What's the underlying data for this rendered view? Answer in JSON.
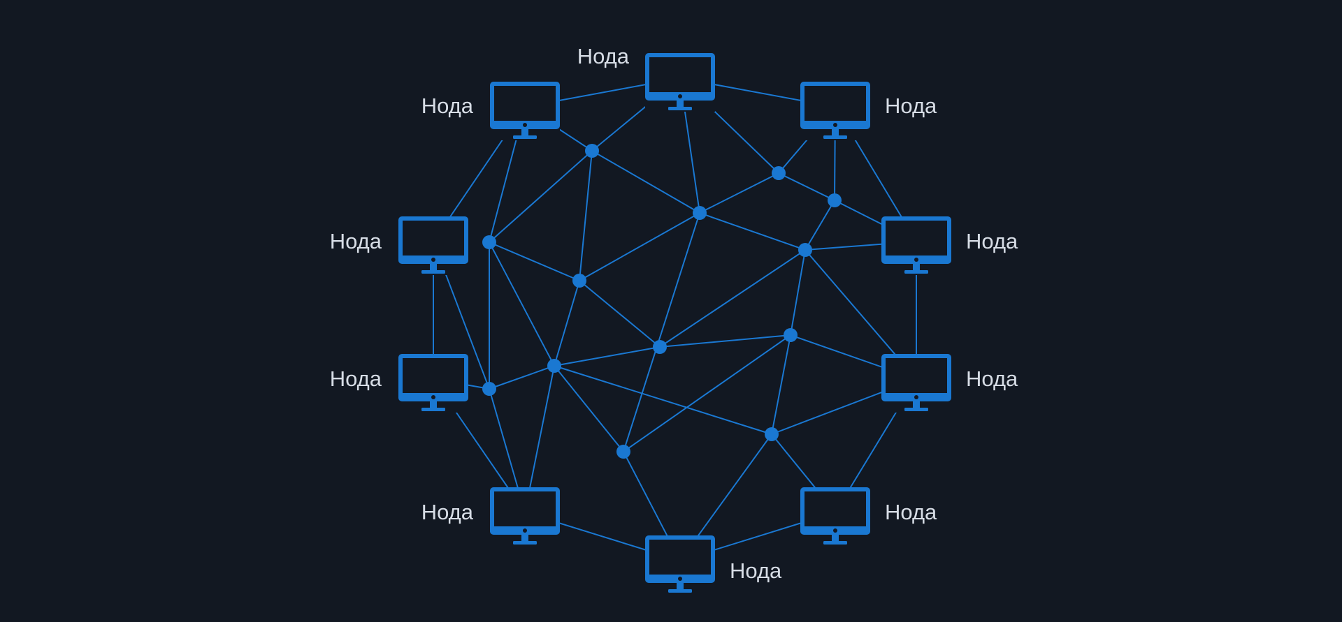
{
  "diagram": {
    "type": "mesh-network",
    "colors": {
      "background": "#121822",
      "accent": "#1a78d2",
      "label": "#d7dde6"
    },
    "node_icon": "monitor-icon",
    "nodes": [
      {
        "id": "n-top",
        "label": "Нода"
      },
      {
        "id": "n-top-left",
        "label": "Нода"
      },
      {
        "id": "n-top-right",
        "label": "Нода"
      },
      {
        "id": "n-upper-left",
        "label": "Нода"
      },
      {
        "id": "n-upper-right",
        "label": "Нода"
      },
      {
        "id": "n-lower-left",
        "label": "Нода"
      },
      {
        "id": "n-lower-right",
        "label": "Нода"
      },
      {
        "id": "n-bottom-left",
        "label": "Нода"
      },
      {
        "id": "n-bottom-right",
        "label": "Нода"
      },
      {
        "id": "n-bottom",
        "label": "Нода"
      }
    ]
  }
}
